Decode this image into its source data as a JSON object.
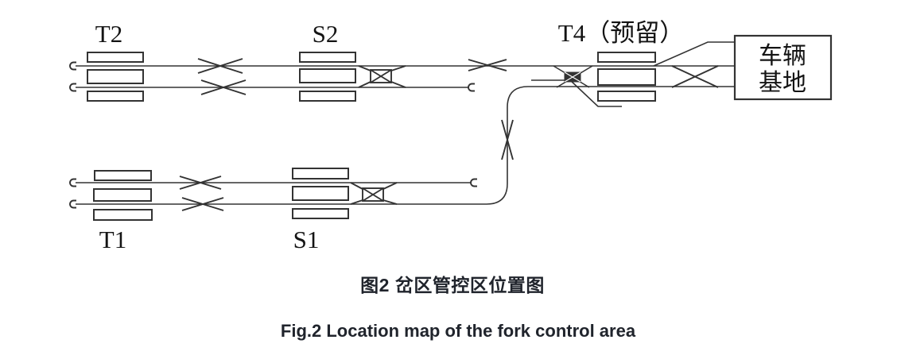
{
  "figure": {
    "caption_zh": "图2 岔区管控区位置图",
    "caption_en": "Fig.2 Location map of the fork control area"
  },
  "labels": {
    "t2": "T2",
    "s2": "S2",
    "t4": "T4（预留）",
    "t1": "T1",
    "s1": "S1",
    "depot_line1": "车辆",
    "depot_line2": "基地"
  },
  "colors": {
    "line": "#333333",
    "caption_text": "#20242c",
    "background": "#ffffff"
  },
  "icons": {
    "crossover": "track-crossover-x-icon",
    "scissors_crossover": "scissors-crossover-icon",
    "diamond_crossing": "diamond-crossing-icon",
    "buffer_stop": "buffer-stop-icon"
  }
}
